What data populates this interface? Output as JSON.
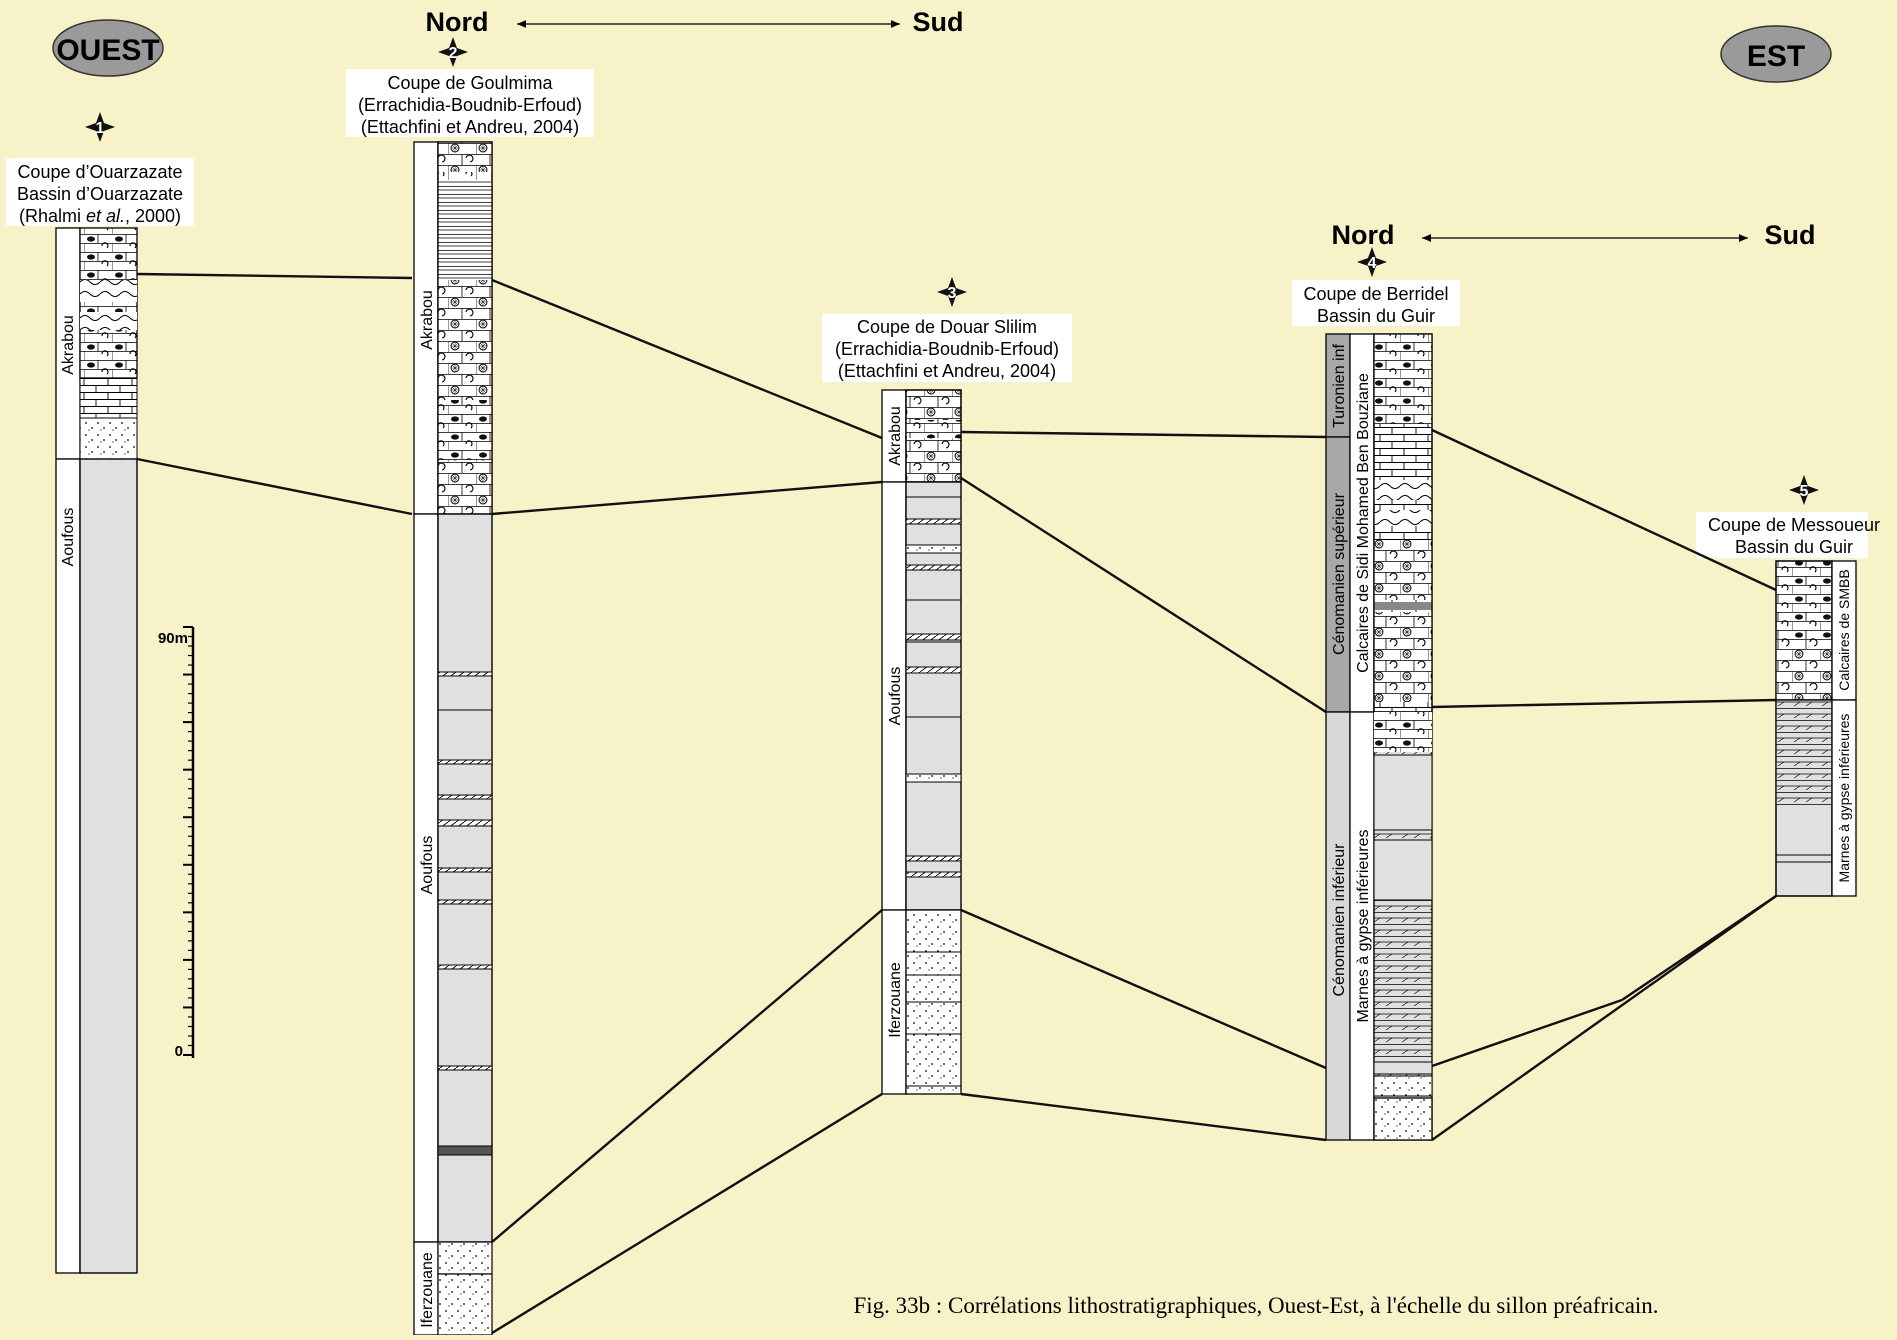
{
  "orientation": {
    "west": "OUEST",
    "east": "EST",
    "north_label": "Nord",
    "south_label": "Sud"
  },
  "sections": [
    {
      "number": "1",
      "title": [
        "Coupe d’Ouarzazate",
        "Bassin d’Ouarzazate"
      ],
      "ref_pre": "(Rhalmi ",
      "ref_italic": "et al.",
      "ref_post": ", 2000)",
      "units": [
        "Akrabou",
        "Aoufous"
      ]
    },
    {
      "number": "2",
      "title": [
        "Coupe de Goulmima",
        "(Errachidia-Boudnib-Erfoud)",
        "(Ettachfini et Andreu, 2004)"
      ],
      "units": [
        "Akrabou",
        "Aoufous",
        "Iferzouane"
      ]
    },
    {
      "number": "3",
      "title": [
        "Coupe de Douar Slilim",
        "(Errachidia-Boudnib-Erfoud)",
        "(Ettachfini et Andreu, 2004)"
      ],
      "units": [
        "Akrabou",
        "Aoufous",
        "Iferzouane"
      ]
    },
    {
      "number": "4",
      "title": [
        "Coupe de Berridel",
        "Bassin du Guir"
      ],
      "stages": [
        "Turonien inf",
        "Cénomanien supérieur",
        "Cénomanien inférieur"
      ],
      "units": [
        "Calcaires de Sidi Mohamed Ben Bouziane",
        "Marnes à gypse inférieures"
      ]
    },
    {
      "number": "5",
      "title": [
        "Coupe de Messoueur",
        "Bassin du Guir"
      ],
      "units": [
        "Calcaires de SMBB",
        "Marnes à gypse inférieures"
      ]
    }
  ],
  "scale": {
    "top_label": "90m",
    "bottom_label": "0"
  },
  "caption": "Fig. 33b : Corrélations lithostratigraphiques, Ouest-Est, à l'échelle du sillon préafricain.",
  "colors": {
    "background": "#f8f2c8",
    "marl": "#e0e0e0",
    "stage_dark": "#a8a8a8",
    "stage_light": "#d8d8d8"
  }
}
